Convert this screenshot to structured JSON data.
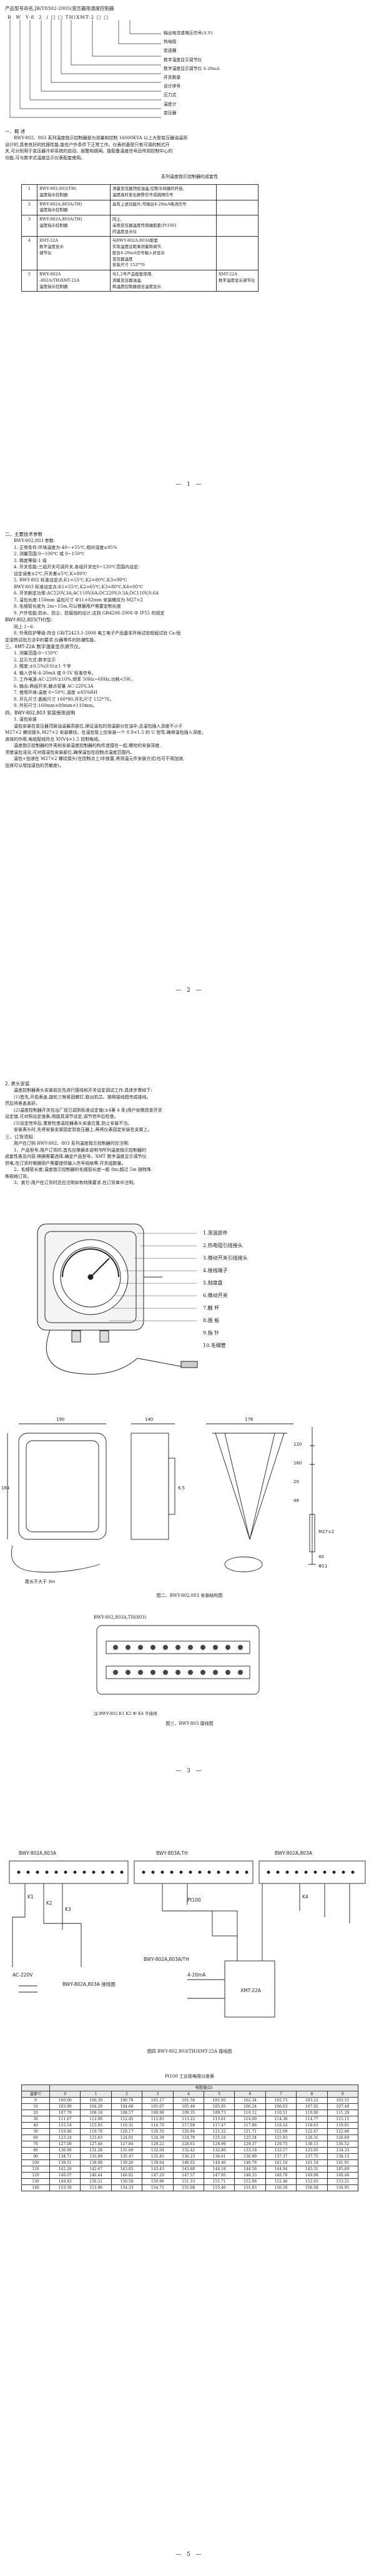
{
  "model_code": {
    "prefix": "产品型号命名,",
    "standard_ref": "JB/T8302-2005(变压器用温度控制器",
    "code_letters": [
      "B",
      "W",
      "Y-8",
      "2",
      "/",
      "□",
      "□",
      "TH)XMT-2",
      "□",
      "□"
    ],
    "labels": [
      "输出电流或电压信号(A.V)",
      "热电阻",
      "变送器",
      "数字温度显示调节仪",
      "数字温度显示调节仪 4-20mA",
      "开关数量",
      "设计序号",
      "压力式",
      "温度计",
      "变压器"
    ]
  },
  "page1": {
    "overview_title": "一、概  述",
    "overview_text": [
      "BWY-802、803 系列温度指示控制器是为测量和控制 16000KVA 以上大型变压器油温而",
      "设计的,具有良好的抗振性能,能在户外条件下正常工作。仪表的基型只有可调的制式开",
      "关,可分别用于变压器冷却系统的启动、报警和跳闸。能配备温度信号远传到控制中心的",
      "功能,可与数字式温度显示仪表配套使用。"
    ],
    "table_title": "系列温度指示控制器的成套性",
    "table_rows": [
      {
        "no": "1",
        "name": "BWY-802,803(TH)\n温度指示控制器",
        "desc": "测量变压器顶层油温,控制冷却器的开启,\n温度高时发出报警信号或跳闸信号",
        "note": ""
      },
      {
        "no": "2",
        "name": "BWY-802A,803A(TH)\n温度指示控制器",
        "desc": "具有上述功能外,可输出4-20mA电流信号",
        "note": ""
      },
      {
        "no": "3",
        "name": "BWY-802A,803A(TH)\n温度指示控制器",
        "desc": "同上,\n采用变压器温度传感器配套(Pt100)\n的温度显示仪",
        "note": ""
      },
      {
        "no": "4",
        "name": "XMT-22A\n数字温度显示\n调节仪",
        "desc": "与BWY-802A,803A配套\n实现温度远距离测量和调节,\n配合4-20mA信号输入并显示\n变压器温度\n安装尺寸 152*76",
        "note": ""
      },
      {
        "no": "5",
        "name": "BWY-802A\n-802A(TH)XMT-22A\n温度指示控制器",
        "desc": "与1,2号产品配套使用,\n测量变压器油温,\n和温度控制器组合温度显示",
        "note": "XMT-22A\n数字温度显示调节仪"
      }
    ],
    "page_number": "— 1 —"
  },
  "page2": {
    "tech_title": "二、主要技术参数",
    "tech_lines": [
      "BWY-802,803 参数:",
      "1. 正常条件:环境温度为-40~+55℃,相对湿度≤95%",
      "2. 测量范围:0~100℃  或 0~150℃",
      "3. 精度等级:1 级",
      "4. 开关性能:三组开关可调开关,各组开关在0~120℃范围内设定:",
      "    设定误差±2℃,开关差≤5℃,K=80℃",
      "5. BWY-802 标准设定点:K1=55℃,K2=80℃,K3=90℃",
      "    BWY-803 标准设定点:K1=55℃,K2=65℃,K3=80℃,K4=95℃",
      "6. 开关额定功率:AC220V,3A;AC110V,6A;DC220V,0.3A;DC110V,0.6A",
      "7. 温包长度:150mm 温包尺寸 Φ11×82mm 安装螺纹为 M27×2",
      "8. 毛细管长度为 2m~15m,可以根据用户需要定制长度",
      "9. 户外性能:防水、防尘、防腐蚀的设计,达到 GB4208-2008 中 IP55 的规定"
    ],
    "bwy802a_title": "BWY-802,803(TH)型:",
    "bwy802a_lines": [
      "同上 1~6",
      "8. 外壳防护等级:符合 GB/T2423.1-2008 电工电子产品基本环境试验规程试验 Ca:恒",
      "定湿热试验方法中的要求,仪器零件的防潮性能。"
    ],
    "xmt_title": "三、XMT-22A 数字温度显示调节仪。",
    "xmt_lines": [
      "1. 测量范围:0~150℃",
      "2. 显示方式:数字显示",
      "3. 精度:±0.5%(F.S)±1 个字",
      "4. 输入信号:4-20mA 或 0-5V 标准信号。",
      "5. 工作电源:AC-220V±10%,频率 50Hz~60Hz,功耗<5W。",
      "6. 输出:两组开关,触点容量 AC-220V,3A",
      "7. 使用环境:温度 0~50℃,湿度 ≤85%RH",
      "8. 开孔尺寸:面板尺寸 160*80,开孔尺寸 152*76。",
      "9. 外形尺寸:160mm×80mm×110mm。"
    ],
    "install_title": "四、BWY-802,803 安装使用说明",
    "install_sub": "1. 温包安装",
    "install_lines": [
      "温包安装在变压器顶层油温最高部位,保证温包的测温部分在油中,且温包插入深度不小于",
      "M27×2 螺纹接头,M27×2 安装螺纹。在温包管上应安装一个 0.9×1.5 的 U 型弯,确保温包插入深度。",
      "液体的作用,电缆配线符合 XNV4×1.5 控制电缆。",
      "温度指示控制器的外壳和安装温度控制器的构件连接在一起,螺栓的安装深度,",
      "须使温包浸没,可对接温包安装部位,确保温包在控制点温度范围内。",
      "温包+加液在 M27×2 螺纹接头(在控制点上)中放置,将测温元件安装方式(也可不用加液,",
      "加液可以增加温包的灵敏度)。"
    ],
    "page_number": "— 2 —"
  },
  "page3": {
    "box_title": "2. 表头安装",
    "box_lines": [
      "温度控制器表头安装前应先进行接线和开关设定调试工作,具体步骤如下:",
      "(1)首先,开启表盖,旋松三根紧固螺钉,取出机芯。按照接线图完成接线。",
      "然后将表盖盖好。",
      "(2)温度控制器开关在出厂前已调到标准设定值(±4第 4 条)用户如需改变开关",
      "设定值,可对照设定值表,用旋具调节设定,调节完毕后检查。",
      "(3)设定完毕后,重新检查温控器表头安装位置,防止安装不当。",
      "安装表头时,先将安装支架固定到变压器上,再将仪表固定安装在支架上。"
    ],
    "order_title": "三、订货须知",
    "order_lines": [
      "用户在订购 BWY-802、803 系列温度指示控制器时应注明:",
      "1、产品型号;用户订货时,首先应根据本说明书所列温度指示控制器的",
      "成套性表及内容,根据需要选择,确定产品型号。XMT 数字温度显示调节仪",
      "供电,在订货时根据用户需要提供输入信号规格等,开关组数量。",
      "2、毛细管长度;温度指示控制器的毛细管长度一般 8m;超过 5m 按特殊",
      "殊规格订货。",
      "3、其它:用户在订货时还应注明如有特殊要求,在订货单中注明。"
    ],
    "parts_legend": [
      "1.测温部件",
      "2.热电阻引线接头",
      "3.微动开关引线接头",
      "4.接线端子",
      "5.刻度盘",
      "6.微动开关",
      "7.触  杆",
      "8.围  板",
      "9.指  针",
      "10.毛细管"
    ],
    "fig1_caption": "图二、BWY-802,803 安装结构图",
    "dim_labels": [
      "190",
      "140",
      "164",
      "176",
      "120",
      "160",
      "20",
      "48",
      "M27×2",
      "40",
      "Φ11",
      "尾长不大于 3m",
      "6.5"
    ],
    "wiring_caption": "图三、BWY-803 接线图",
    "wiring_head": "BWY-802,803A,TH(803)",
    "wiring_note": "注:BWY-802 K1 K2 中 K4 不接线",
    "page_number": "— 3 —"
  },
  "page4": {
    "diag_labels": {
      "left_title": "BWY-802A,803A",
      "mid_title": "BWY-803A,TH",
      "right_title": "BWY-802A,803A",
      "k1": "K1",
      "k2": "K2",
      "k3": "K3",
      "k4": "K4",
      "ac": "AC-220V",
      "pt": "Pt100",
      "xmt": "XMT-22A",
      "note1": "BWY-802A,803A 接线图",
      "note2": "BWY-802A,803A/TH",
      "ma": "4-20mA"
    },
    "caption": "图四 BWY-802,803(TH)XMT-22A 接线图",
    "pt_title": "Pt100 工业铂电阻分度表",
    "pt_header": [
      "温度℃",
      "0",
      "1",
      "2",
      "3",
      "4",
      "5",
      "6",
      "7",
      "8",
      "9"
    ],
    "pt_sub": "电阻值(Ω)",
    "pt_rows": [
      [
        "0",
        "100.00",
        "100.39",
        "100.78",
        "101.17",
        "101.56",
        "101.95",
        "102.34",
        "102.73",
        "103.12",
        "103.51"
      ],
      [
        "10",
        "103.90",
        "104.29",
        "104.68",
        "105.07",
        "105.46",
        "105.85",
        "106.24",
        "106.63",
        "107.02",
        "107.40"
      ],
      [
        "20",
        "107.79",
        "108.18",
        "108.57",
        "108.96",
        "109.35",
        "109.73",
        "110.12",
        "110.51",
        "110.90",
        "111.29"
      ],
      [
        "30",
        "111.67",
        "112.06",
        "112.45",
        "112.83",
        "113.22",
        "113.61",
        "114.00",
        "114.38",
        "114.77",
        "115.15"
      ],
      [
        "40",
        "115.54",
        "115.93",
        "116.31",
        "116.70",
        "117.08",
        "117.47",
        "117.86",
        "118.24",
        "118.63",
        "119.01"
      ],
      [
        "50",
        "119.40",
        "119.78",
        "120.17",
        "120.55",
        "120.94",
        "121.32",
        "121.71",
        "122.09",
        "122.47",
        "122.86"
      ],
      [
        "60",
        "123.24",
        "123.63",
        "124.01",
        "124.39",
        "124.78",
        "125.16",
        "125.54",
        "125.93",
        "126.31",
        "126.69"
      ],
      [
        "70",
        "127.08",
        "127.46",
        "127.84",
        "128.22",
        "128.61",
        "128.99",
        "129.37",
        "129.75",
        "130.13",
        "130.52"
      ],
      [
        "80",
        "130.90",
        "131.28",
        "131.66",
        "132.04",
        "132.42",
        "132.80",
        "133.18",
        "133.57",
        "133.95",
        "134.33"
      ],
      [
        "90",
        "134.71",
        "135.09",
        "135.47",
        "135.85",
        "136.23",
        "136.61",
        "136.99",
        "137.37",
        "137.75",
        "138.13"
      ],
      [
        "100",
        "138.51",
        "138.88",
        "139.26",
        "139.64",
        "140.02",
        "140.40",
        "140.78",
        "141.16",
        "141.54",
        "141.91"
      ],
      [
        "110",
        "142.29",
        "142.67",
        "143.05",
        "143.43",
        "143.80",
        "144.18",
        "144.56",
        "144.94",
        "145.31",
        "145.69"
      ],
      [
        "120",
        "146.07",
        "146.44",
        "146.82",
        "147.20",
        "147.57",
        "147.95",
        "148.33",
        "148.70",
        "149.08",
        "149.46"
      ],
      [
        "130",
        "149.83",
        "150.21",
        "150.58",
        "150.96",
        "151.33",
        "151.71",
        "152.08",
        "152.46",
        "152.83",
        "153.21"
      ],
      [
        "140",
        "153.58",
        "153.96",
        "154.33",
        "154.71",
        "155.08",
        "155.46",
        "155.83",
        "156.20",
        "156.58",
        "156.95"
      ]
    ],
    "page_number": "— 5 —"
  }
}
